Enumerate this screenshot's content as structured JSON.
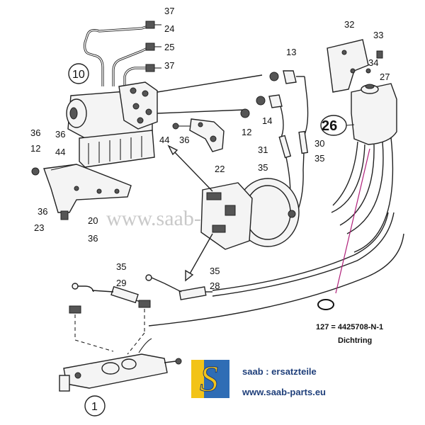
{
  "diagram": {
    "callouts": {
      "c1": "1",
      "c10": "10",
      "c12a": "12",
      "c12b": "12",
      "c13": "13",
      "c14": "14",
      "c20": "20",
      "c22": "22",
      "c23": "23",
      "c24": "24",
      "c25": "25",
      "c26": "26",
      "c27": "27",
      "c28": "28",
      "c29": "29",
      "c30": "30",
      "c31": "31",
      "c32": "32",
      "c33": "33",
      "c34": "34",
      "c35a": "35",
      "c35b": "35",
      "c35c": "35",
      "c35d": "35",
      "c36a": "36",
      "c36b": "36",
      "c36c": "36",
      "c36d": "36",
      "c36e": "36",
      "c37a": "37",
      "c37b": "37",
      "c44a": "44",
      "c44b": "44"
    },
    "watermark": "www.saab-parts.eu",
    "note_line1": "127 = 4425708-N-1",
    "note_line2": "Dichtring"
  },
  "brand": {
    "logo_letter": "S",
    "name": "saab : ersatzteile",
    "url": "www.saab-parts.eu",
    "colors": {
      "logo_blue": "#2f6db5",
      "logo_yellow": "#f2c318",
      "marker": "#b0207a"
    }
  }
}
